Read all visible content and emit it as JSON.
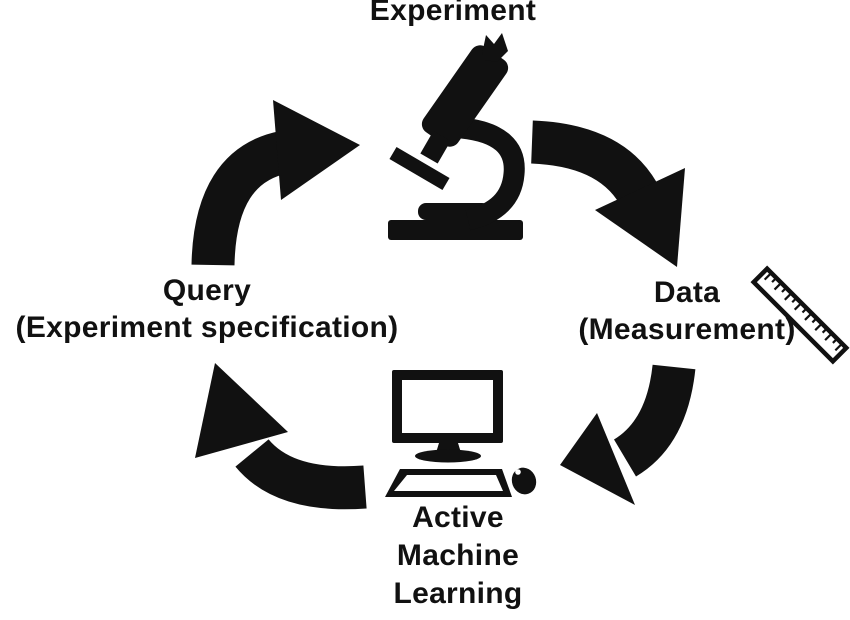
{
  "diagram": {
    "type": "cycle",
    "colors": {
      "background": "#ffffff",
      "ink": "#111111"
    },
    "labels": {
      "experiment": "Experiment",
      "data_line1": "Data",
      "data_line2": "(Measurement)",
      "query_line1": "Query",
      "query_line2": "(Experiment specification)",
      "aml_line1": "Active",
      "aml_line2": "Machine",
      "aml_line3": "Learning"
    },
    "nodes": [
      {
        "id": "experiment",
        "label": "Experiment",
        "icon": "microscope-icon",
        "position": "top"
      },
      {
        "id": "data",
        "label": "Data (Measurement)",
        "icon": "ruler-icon",
        "position": "right"
      },
      {
        "id": "active-machine-learning",
        "label": "Active Machine Learning",
        "icon": "computer-icon",
        "position": "bottom"
      },
      {
        "id": "query",
        "label": "Query (Experiment specification)",
        "icon": "none",
        "position": "left"
      }
    ],
    "arrows": [
      {
        "name": "query-to-experiment-arrow",
        "from": "Query",
        "to": "Experiment"
      },
      {
        "name": "experiment-to-data-arrow",
        "from": "Experiment",
        "to": "Data"
      },
      {
        "name": "data-to-active-machine-learning-arrow",
        "from": "Data",
        "to": "Active Machine Learning"
      },
      {
        "name": "active-machine-learning-to-query-arrow",
        "from": "Active Machine Learning",
        "to": "Query"
      }
    ],
    "icons": [
      {
        "name": "microscope-icon",
        "represents": "Experiment"
      },
      {
        "name": "ruler-icon",
        "represents": "Data (Measurement)"
      },
      {
        "name": "computer-icon",
        "represents": "Active Machine Learning"
      }
    ]
  }
}
